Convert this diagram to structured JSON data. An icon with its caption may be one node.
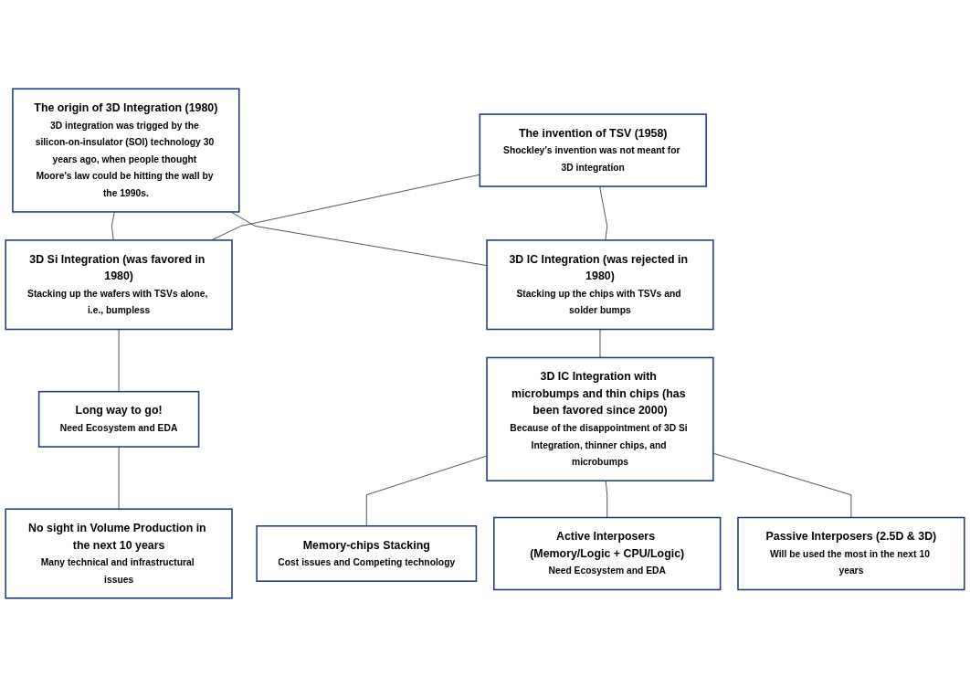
{
  "diagram": {
    "nodes": [
      {
        "text": [
          "The origin of 3D Integration (1980)",
          "3D integration was trigged by the silicon-on-insulator (SOI) technology 30 years ago, when people thought Moore’s law could be hitting the wall by the 1990s."
        ]
      },
      {
        "text": [
          "The invention of TSV (1958)",
          "Shockley’s invention was not meant for 3D integration"
        ]
      },
      {
        "text": [
          "3D Si Integration (was favored in 1980)",
          "Stacking up the wafers with TSVs alone, i.e., bumpless"
        ]
      },
      {
        "text": [
          "3D IC Integration (was rejected in 1980)",
          "Stacking up the chips with TSVs and solder bumps"
        ]
      },
      {
        "text": [
          "Long way to go!",
          "Need Ecosystem and EDA"
        ]
      },
      {
        "text": [
          "3D IC Integration with microbumps and thin chips (has been favored since 2000)",
          "Because of the disappointment of 3D Si Integration, thinner chips, and microbumps"
        ]
      },
      {
        "text": [
          "No sight in Volume Production in the next 10 years",
          "Many technical and infrastructural issues"
        ]
      },
      {
        "text": [
          "Memory-chips Stacking",
          "Cost issues and Competing technology"
        ]
      },
      {
        "text": [
          "Active Interposers (Memory/Logic + CPU/Logic)",
          "Need Ecosystem and EDA"
        ]
      },
      {
        "text": [
          "Passive Interposers (2.5D & 3D)",
          "Will be used the most in the next 10 years"
        ]
      }
    ],
    "edges": [
      {
        "from": 0,
        "to": 2,
        "arrow": "none"
      },
      {
        "from": 0,
        "to": 3,
        "arrow": "none"
      },
      {
        "from": 1,
        "to": 2,
        "arrow": "none"
      },
      {
        "from": 1,
        "to": 3,
        "arrow": "none"
      },
      {
        "from": 2,
        "to": 4,
        "arrow": "none"
      },
      {
        "from": 4,
        "to": 6,
        "arrow": "none"
      },
      {
        "from": 3,
        "to": 5,
        "arrow": "none"
      },
      {
        "from": 5,
        "to": 7,
        "arrow": "none"
      },
      {
        "from": 5,
        "to": 8,
        "arrow": "none"
      },
      {
        "from": 5,
        "to": 9,
        "arrow": "none"
      }
    ]
  }
}
